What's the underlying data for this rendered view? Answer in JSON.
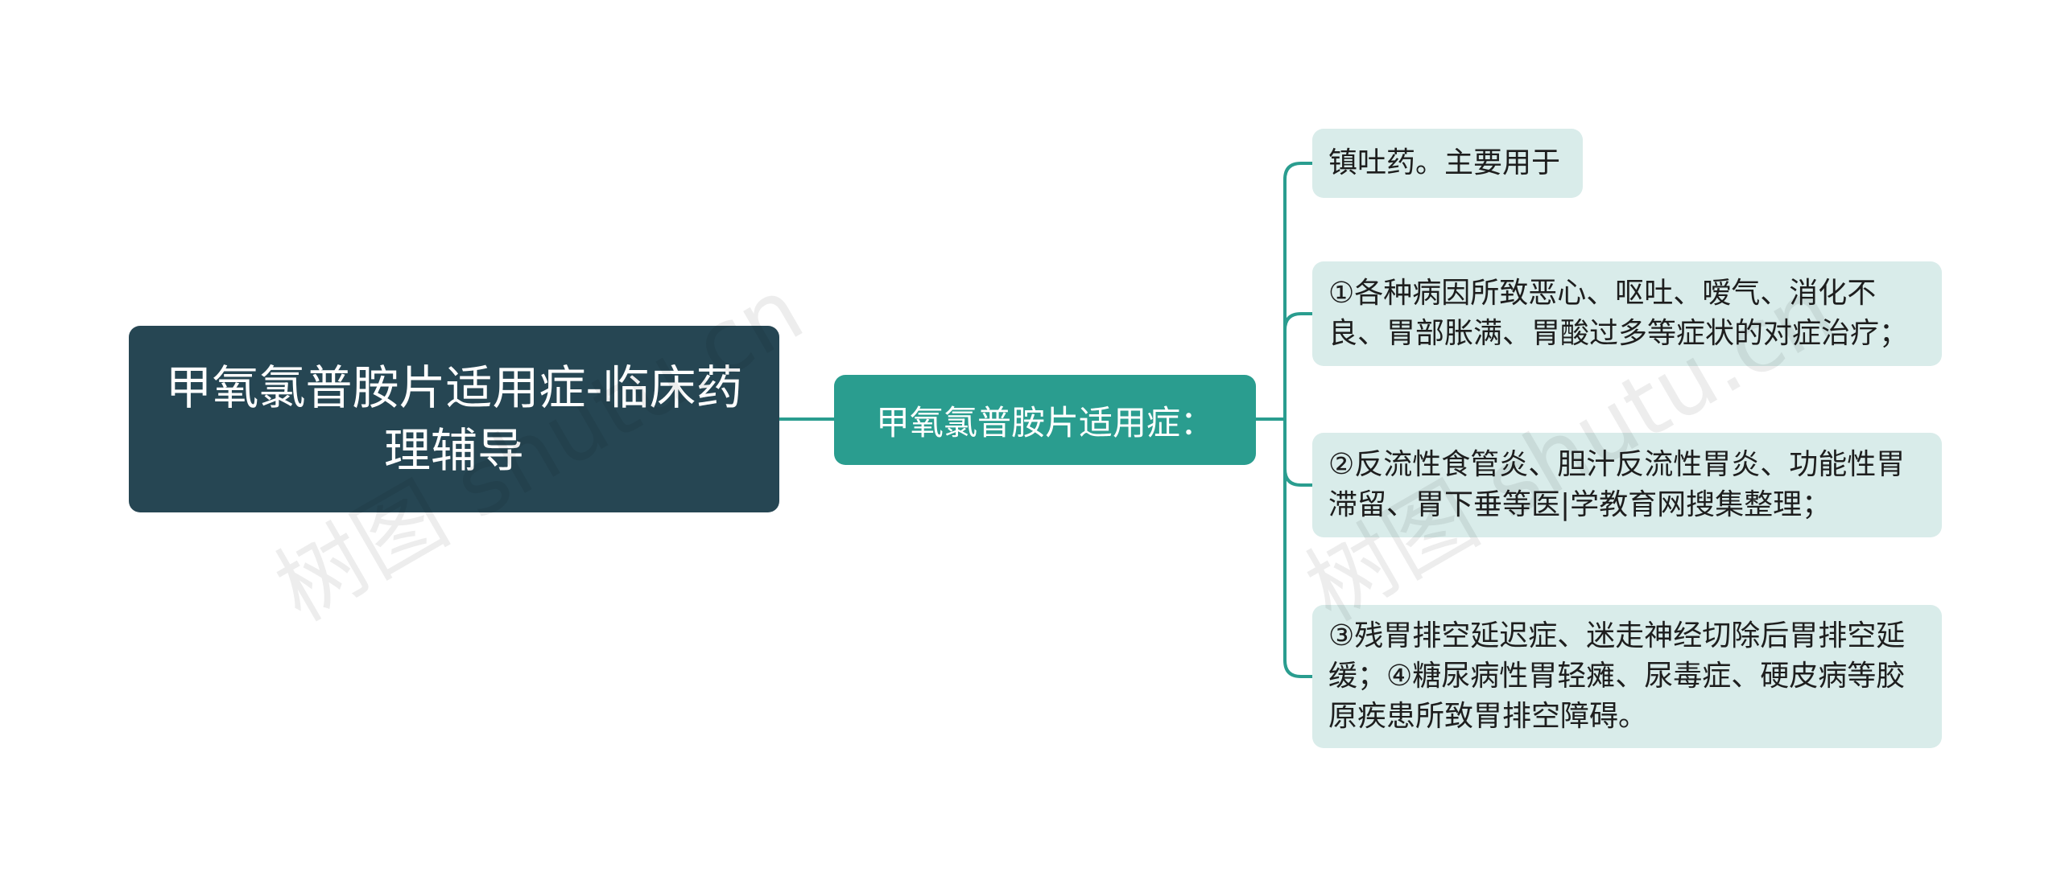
{
  "root": {
    "title": "甲氧氯普胺片适用症-临床药理辅导"
  },
  "branch": {
    "label": "甲氧氯普胺片适用症："
  },
  "leaves": [
    {
      "text": "镇吐药。主要用于"
    },
    {
      "text": "①各种病因所致恶心、呕吐、嗳气、消化不良、胃部胀满、胃酸过多等症状的对症治疗；"
    },
    {
      "text": "②反流性食管炎、胆汁反流性胃炎、功能性胃滞留、胃下垂等医|学教育网搜集整理；"
    },
    {
      "text": "③残胃排空延迟症、迷走神经切除后胃排空延缓；④糖尿病性胃轻瘫、尿毒症、硬皮病等胶原疾患所致胃排空障碍。"
    }
  ],
  "watermark": {
    "text": "树图 shutu.cn"
  },
  "colors": {
    "root_bg": "#264653",
    "branch_bg": "#2a9d8f",
    "leaf_bg": "#d9ecea",
    "connector": "#2a9d8f"
  }
}
